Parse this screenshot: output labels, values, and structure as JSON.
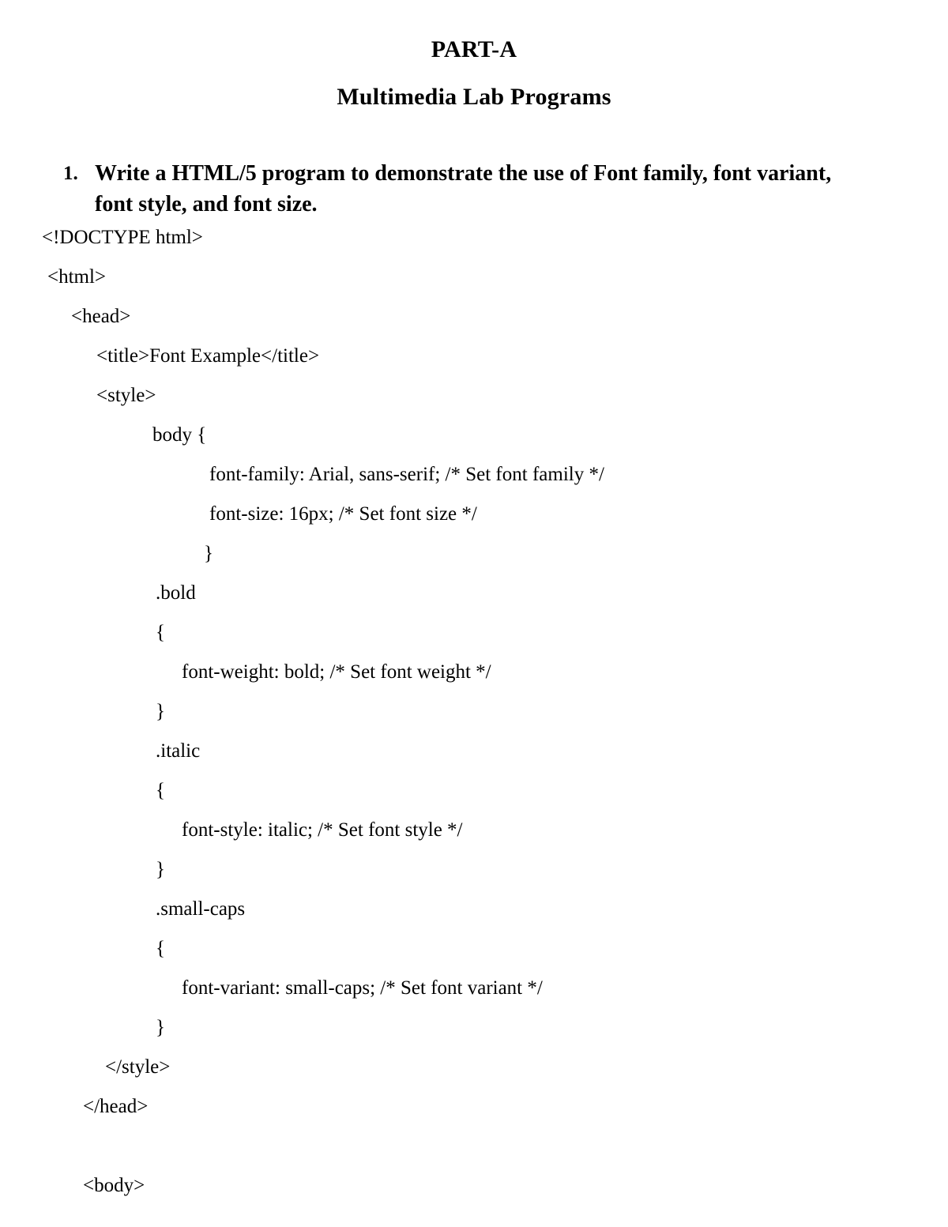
{
  "document": {
    "part_heading": "PART-A",
    "subtitle_heading": "Multimedia Lab Programs",
    "question": {
      "marker": "1.",
      "text": "Write a HTML/5 program to demonstrate the use of Font family, font variant, font style, and font size."
    },
    "code_lines": [
      {
        "indent": 53,
        "text": "<!DOCTYPE html>"
      },
      {
        "indent": 60,
        "text": "<html>"
      },
      {
        "indent": 90,
        "text": "<head>"
      },
      {
        "indent": 122,
        "text": "<title>Font Example</title>"
      },
      {
        "indent": 122,
        "text": "<style>"
      },
      {
        "indent": 193,
        "text": "body {"
      },
      {
        "indent": 265,
        "text": "font-family: Arial, sans-serif; /* Set font family */"
      },
      {
        "indent": 265,
        "text": "font-size: 16px; /* Set font size */"
      },
      {
        "indent": 258,
        "text": "}"
      },
      {
        "indent": 197,
        "text": ".bold"
      },
      {
        "indent": 197,
        "text": "{"
      },
      {
        "indent": 230,
        "text": "font-weight: bold; /* Set font weight */"
      },
      {
        "indent": 197,
        "text": "}"
      },
      {
        "indent": 197,
        "text": ".italic"
      },
      {
        "indent": 197,
        "text": "{"
      },
      {
        "indent": 230,
        "text": "font-style: italic; /* Set font style */"
      },
      {
        "indent": 197,
        "text": "}"
      },
      {
        "indent": 197,
        "text": ".small-caps"
      },
      {
        "indent": 197,
        "text": "{"
      },
      {
        "indent": 230,
        "text": "font-variant: small-caps; /* Set font variant */"
      },
      {
        "indent": 197,
        "text": "}"
      },
      {
        "indent": 133,
        "text": "</style>"
      },
      {
        "indent": 105,
        "text": "</head>"
      },
      {
        "indent": 105,
        "text": ""
      },
      {
        "indent": 105,
        "text": "<body>"
      }
    ]
  }
}
